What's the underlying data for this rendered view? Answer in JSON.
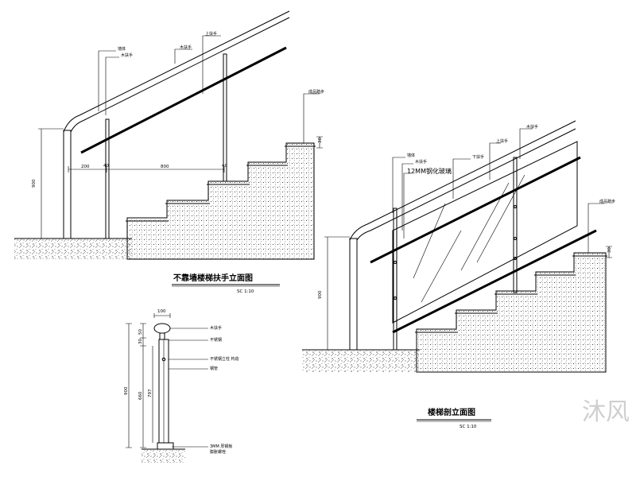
{
  "view1": {
    "title": "不靠墙楼梯扶手立面图",
    "scale": "SC  1:10",
    "labels": {
      "a": "墙体",
      "b": "木扶手",
      "c": "上扶手",
      "d": "成品踏步"
    },
    "dims": {
      "height": "900",
      "d1": "200",
      "d2": "800",
      "d3": "40",
      "d4": "40",
      "step": "30"
    }
  },
  "view2": {
    "title": "楼梯剖立面图",
    "scale": "SC  1:10",
    "labels": {
      "a": "墙体",
      "b": "木扶手",
      "c": "12MM钢化玻璃",
      "d": "下扶手",
      "e": "上扶手",
      "f": "木扶手",
      "g": "成品踏步"
    },
    "dims": {
      "height": "900",
      "step": "30"
    }
  },
  "view3": {
    "labels": {
      "a": "木扶手",
      "b": "不锈钢",
      "c": "不锈钢立柱 构造",
      "d": "钢管",
      "e": "3MM 厚钢板",
      "f": "膨胀螺栓"
    },
    "dims": {
      "top": "100",
      "h1": "50",
      "h2": "30",
      "total": "900",
      "sub": "660",
      "inner": "797"
    }
  },
  "watermark": "沐风"
}
